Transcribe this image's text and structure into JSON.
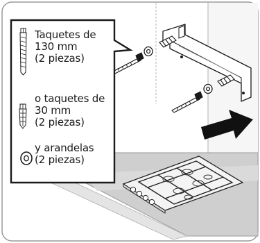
{
  "callout": {
    "item1": {
      "line1": "Taquetes de",
      "line2": "130 mm",
      "line3": "(2 piezas)",
      "icon": "long-wall-plug-icon"
    },
    "item2": {
      "line1": "o taquetes de",
      "line2": "30 mm",
      "line3": "(2 piezas)",
      "icon": "short-wall-plug-icon"
    },
    "item3": {
      "line1": "y arandelas",
      "line2": "(2 piezas)",
      "icon": "washer-icon"
    }
  },
  "colors": {
    "line": "#1a1a1a",
    "arrow": "#111111",
    "countertop": "#cfcfcf",
    "wall_shade": "#e6e6e6",
    "hob": "#f4f4f4"
  }
}
